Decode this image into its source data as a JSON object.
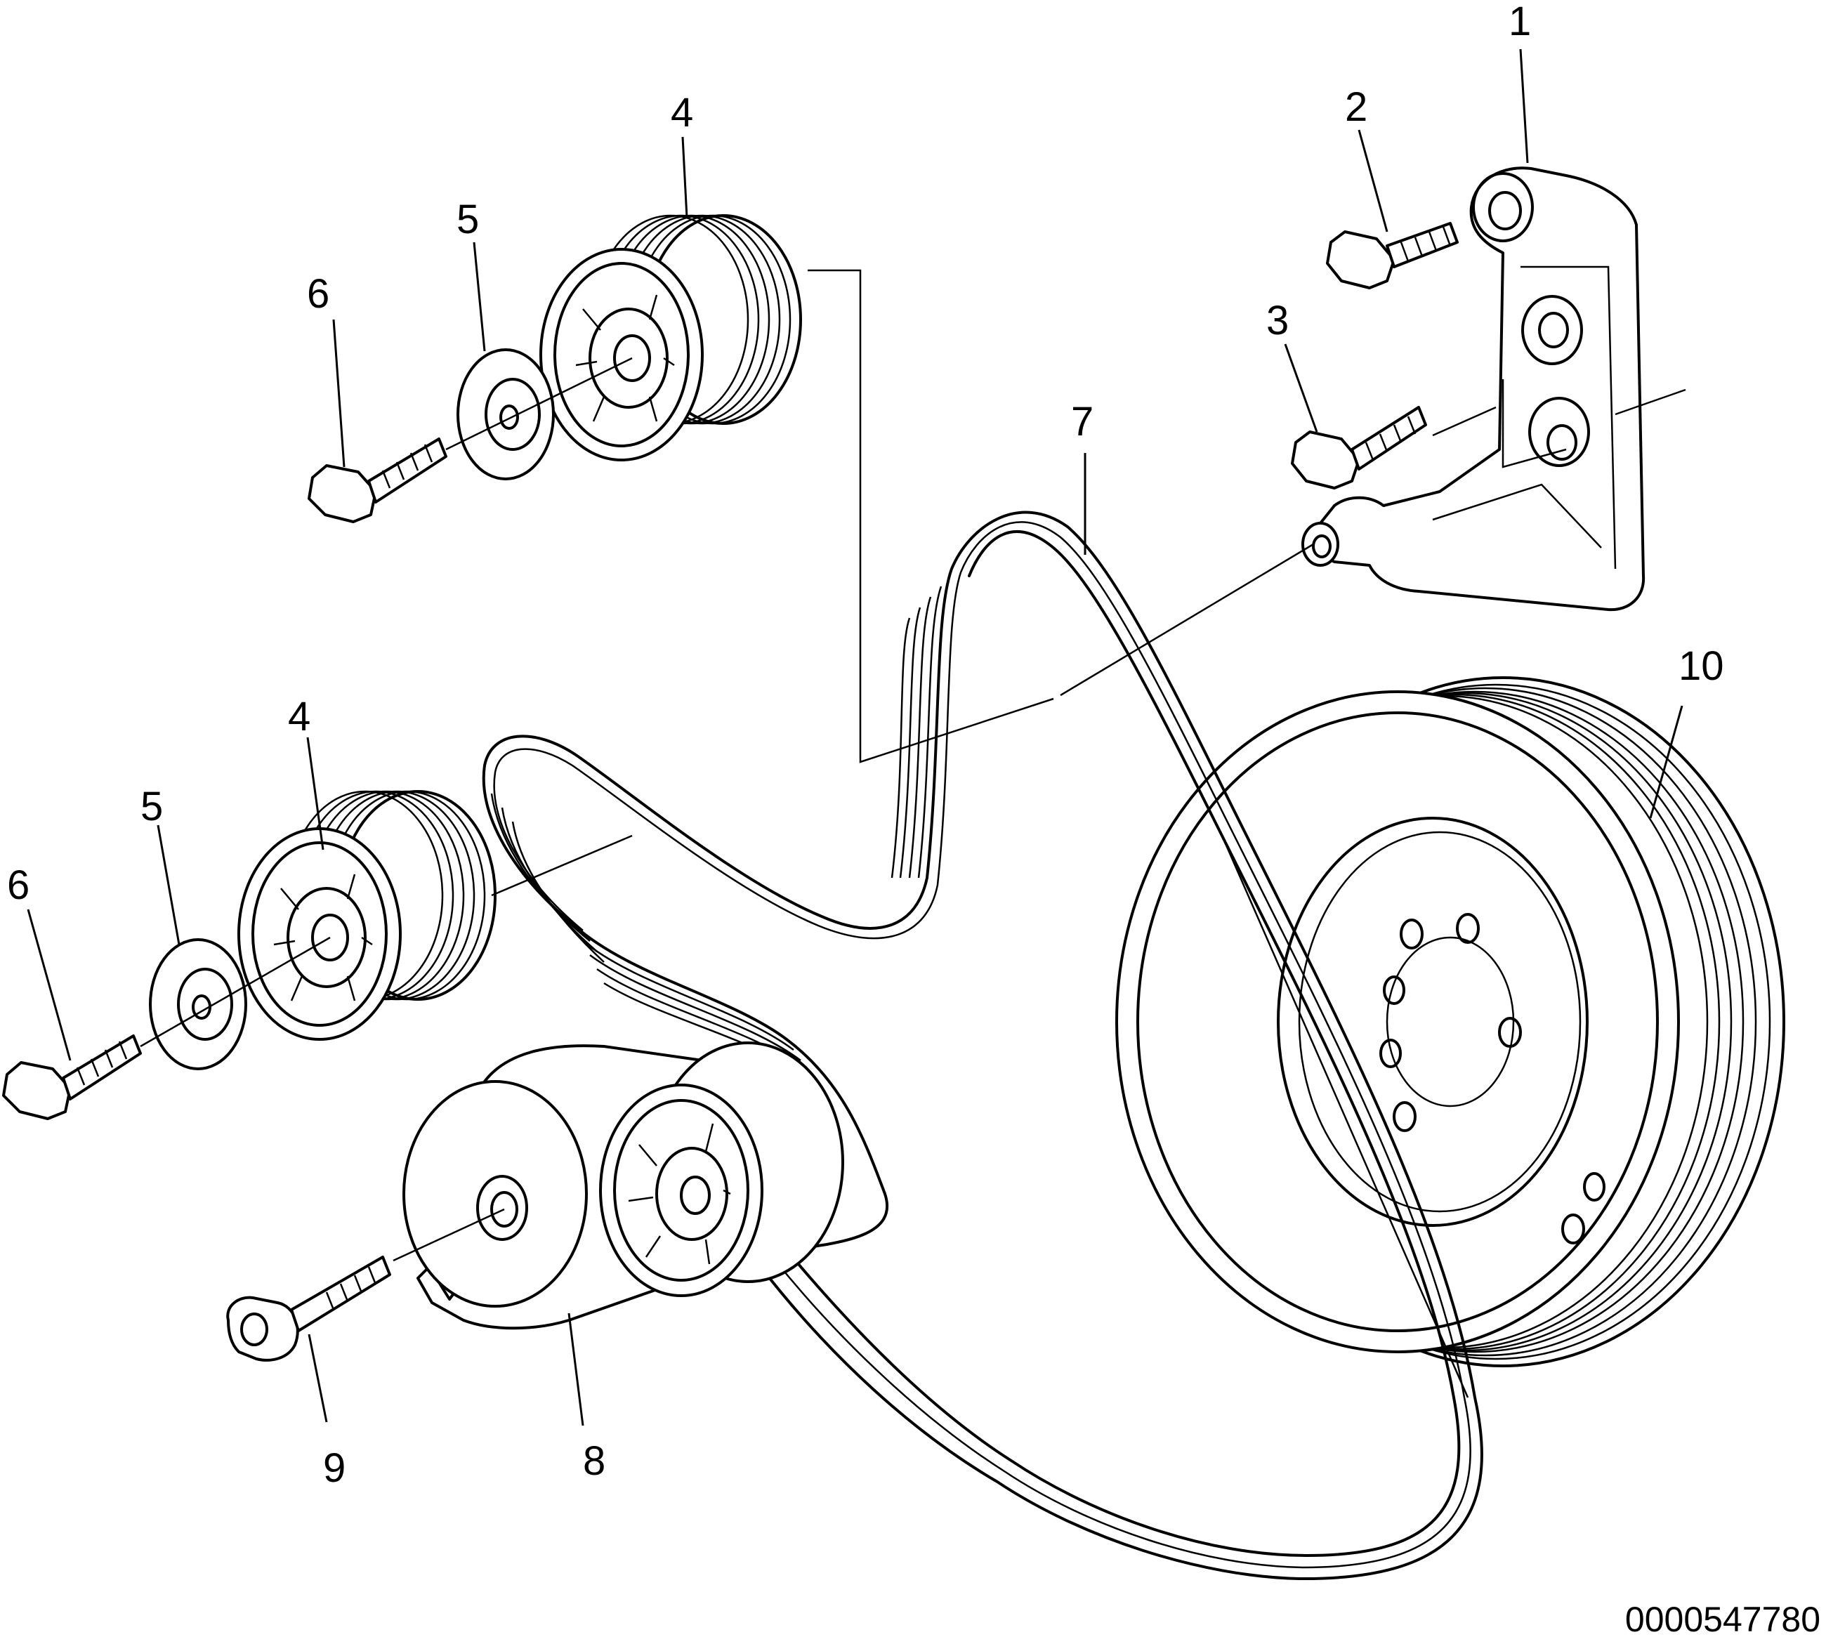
{
  "diagram": {
    "colors": {
      "line": "#000000",
      "background": "#ffffff"
    },
    "callouts": {
      "c1": "1",
      "c2": "2",
      "c3": "3",
      "c4a": "4",
      "c4b": "4",
      "c5a": "5",
      "c5b": "5",
      "c6a": "6",
      "c6b": "6",
      "c7": "7",
      "c8": "8",
      "c9": "9",
      "c10": "10"
    },
    "document_number": "0000547780"
  }
}
